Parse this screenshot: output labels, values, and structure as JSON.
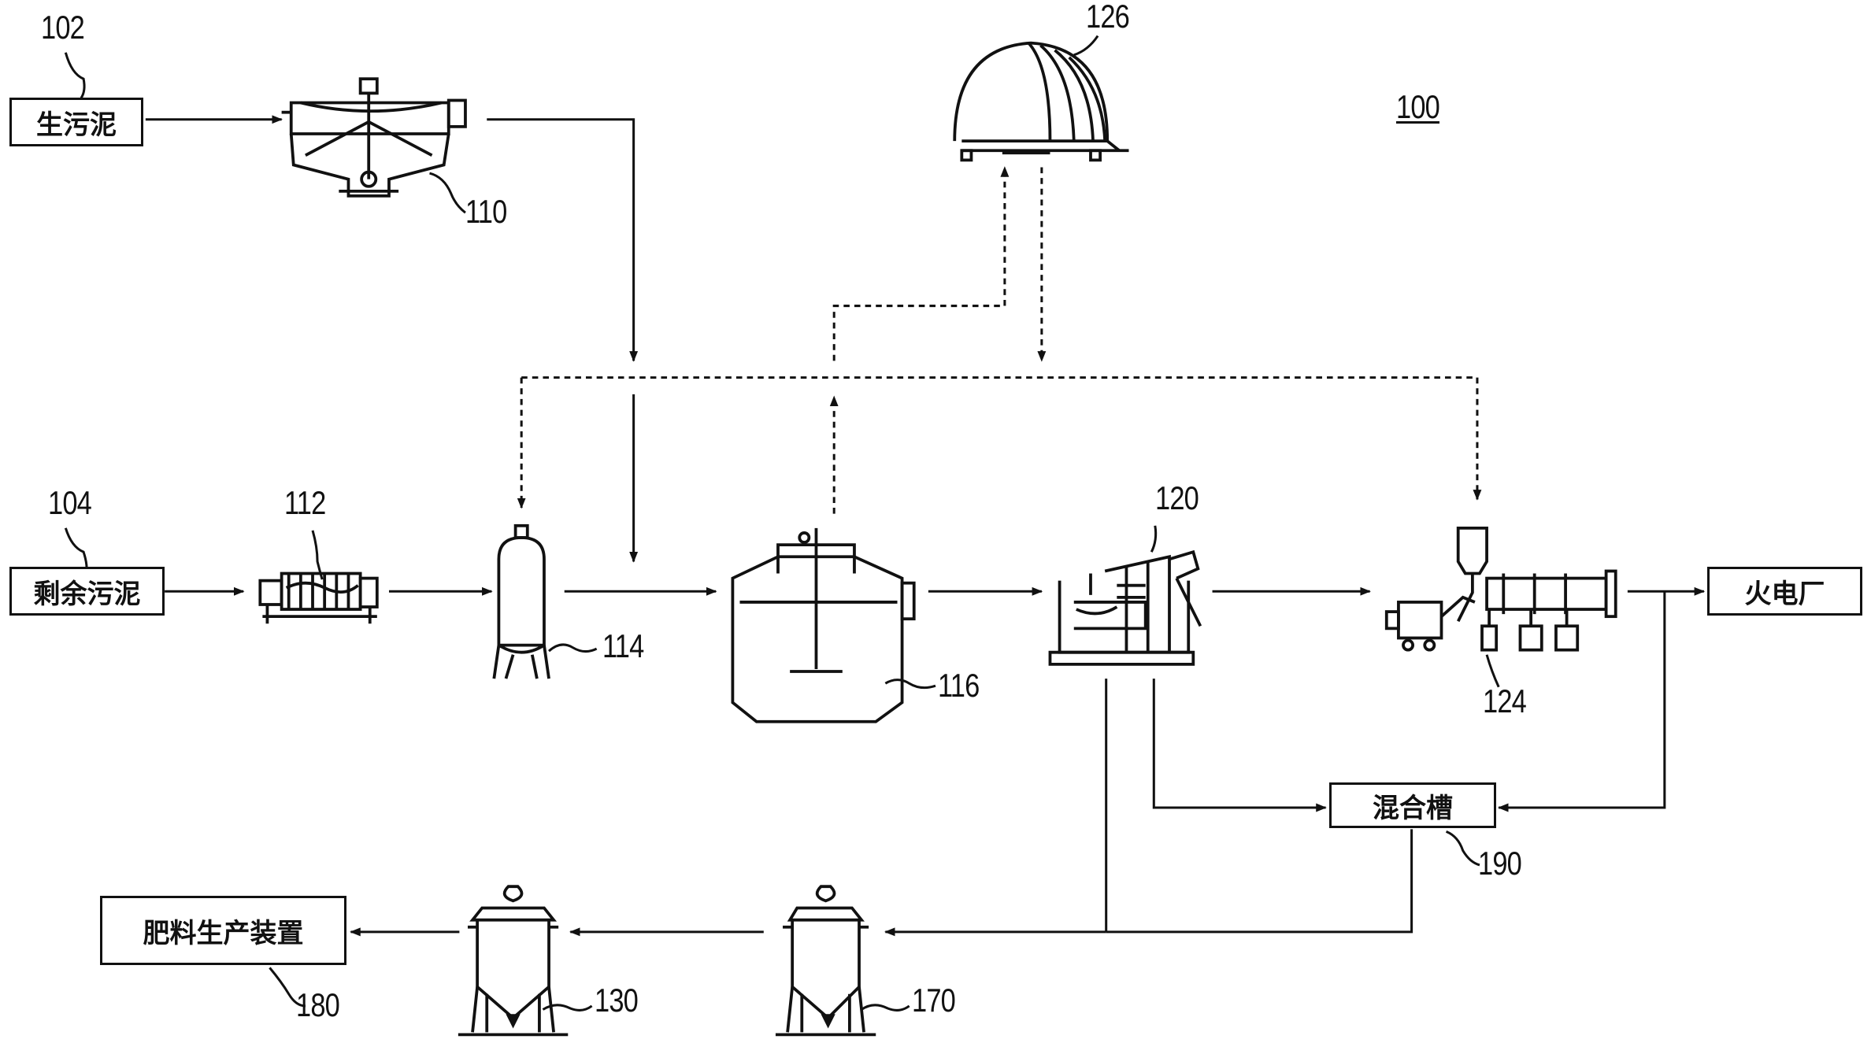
{
  "diagram": {
    "title_ref": "100",
    "inputs": {
      "raw_sludge": {
        "label": "生污泥",
        "ref": "102"
      },
      "excess_sludge": {
        "label": "剩余污泥",
        "ref": "104"
      }
    },
    "outputs": {
      "power_plant": {
        "label": "火电厂"
      },
      "fertilizer_plant": {
        "label": "肥料生产装置",
        "ref": "180"
      }
    },
    "mixing_tank": {
      "label": "混合槽",
      "ref": "190"
    },
    "equipment_refs": {
      "primary_thickener": "110",
      "filter_press": "112",
      "pretreatment_tank": "114",
      "anaerobic_digester": "116",
      "gas_holder": "126",
      "dewatering_unit": "120",
      "dryer": "124",
      "storage_hopper_a": "170",
      "storage_hopper_b": "130"
    }
  }
}
